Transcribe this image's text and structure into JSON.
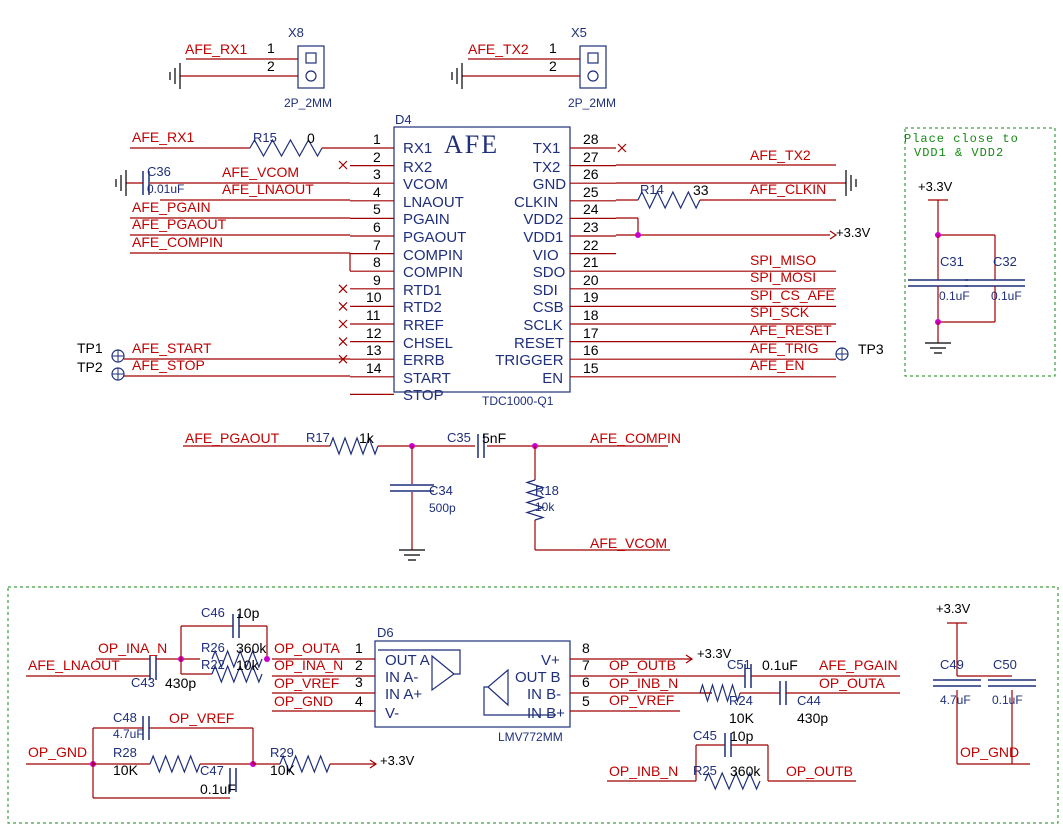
{
  "colors": {
    "wire": "#a00000",
    "body": "#1f2f7a",
    "junction": "#cc00cc",
    "box": "#148a14",
    "ground": "#000000"
  },
  "connectors": [
    {
      "ref": "X8",
      "footprint": "2P_2MM",
      "net": "AFE_RX1",
      "pins": [
        "1",
        "2"
      ]
    },
    {
      "ref": "X5",
      "footprint": "2P_2MM",
      "net": "AFE_TX2",
      "pins": [
        "1",
        "2"
      ]
    }
  ],
  "afe": {
    "ref": "D4",
    "title": "AFE",
    "part": "TDC1000-Q1",
    "left_pins": [
      {
        "num": "1",
        "name": "RX1"
      },
      {
        "num": "2",
        "name": "RX2"
      },
      {
        "num": "3",
        "name": "VCOM"
      },
      {
        "num": "4",
        "name": "LNAOUT"
      },
      {
        "num": "5",
        "name": "PGAIN"
      },
      {
        "num": "6",
        "name": "PGAOUT"
      },
      {
        "num": "7",
        "name": "COMPIN"
      },
      {
        "num": "8",
        "name": "COMPIN"
      },
      {
        "num": "9",
        "name": "RTD1"
      },
      {
        "num": "10",
        "name": "RTD2"
      },
      {
        "num": "11",
        "name": "RREF"
      },
      {
        "num": "12",
        "name": "CHSEL"
      },
      {
        "num": "13",
        "name": "ERRB"
      },
      {
        "num": "14",
        "name": "START"
      }
    ],
    "left_last_pin": {
      "name": "STOP"
    },
    "right_pins": [
      {
        "num": "28",
        "name": "TX1"
      },
      {
        "num": "27",
        "name": "TX2"
      },
      {
        "num": "26",
        "name": "GND"
      },
      {
        "num": "25",
        "name": "CLKIN"
      },
      {
        "num": "24",
        "name": "VDD2"
      },
      {
        "num": "23",
        "name": "VDD1"
      },
      {
        "num": "22",
        "name": "VIO"
      },
      {
        "num": "21",
        "name": "SDO"
      },
      {
        "num": "20",
        "name": "SDI"
      },
      {
        "num": "19",
        "name": "CSB"
      },
      {
        "num": "18",
        "name": "SCLK"
      },
      {
        "num": "17",
        "name": "RESET"
      },
      {
        "num": "16",
        "name": "TRIGGER"
      },
      {
        "num": "15",
        "name": "EN"
      }
    ],
    "left_nets": [
      "AFE_RX1",
      "AFE_VCOM",
      "AFE_LNAOUT",
      "AFE_PGAIN",
      "AFE_PGAOUT",
      "AFE_COMPIN",
      "AFE_START",
      "AFE_STOP"
    ],
    "right_nets": [
      "AFE_TX2",
      "AFE_CLKIN",
      "SPI_MISO",
      "SPI_MOSI",
      "SPI_CS_AFE",
      "SPI_SCK",
      "AFE_RESET",
      "AFE_TRIG",
      "AFE_EN"
    ],
    "r15": {
      "ref": "R15",
      "value": "0"
    },
    "r14": {
      "ref": "R14",
      "value": "33"
    },
    "c36": {
      "ref": "C36",
      "value": "0.01uF"
    },
    "supply": "+3.3V",
    "tp": [
      "TP1",
      "TP2",
      "TP3"
    ]
  },
  "decoupling": {
    "note": [
      "Place close to",
      "VDD1 & VDD2"
    ],
    "supply": "+3.3V",
    "caps": [
      {
        "ref": "C31",
        "value": "0.1uF"
      },
      {
        "ref": "C32",
        "value": "0.1uF"
      }
    ]
  },
  "filter": {
    "in_net": "AFE_PGAOUT",
    "out_net": "AFE_COMPIN",
    "vcom_net": "AFE_VCOM",
    "r17": {
      "ref": "R17",
      "value": "1k"
    },
    "c35": {
      "ref": "C35",
      "value": "5nF"
    },
    "c34": {
      "ref": "C34",
      "value": "500p"
    },
    "r18": {
      "ref": "R18",
      "value": "10k"
    }
  },
  "opamp": {
    "ref": "D6",
    "part": "LMV772MM",
    "left_pins": [
      {
        "num": "1",
        "name": "OUT A",
        "net": "OP_OUTA"
      },
      {
        "num": "2",
        "name": "IN A-",
        "net": "OP_INA_N"
      },
      {
        "num": "3",
        "name": "IN A+",
        "net": "OP_VREF"
      },
      {
        "num": "4",
        "name": "V-",
        "net": "OP_GND"
      }
    ],
    "right_pins": [
      {
        "num": "8",
        "name": "V+",
        "net": "+3.3V"
      },
      {
        "num": "7",
        "name": "OUT B",
        "net": "OP_OUTB"
      },
      {
        "num": "6",
        "name": "IN B-",
        "net": "OP_INB_N"
      },
      {
        "num": "5",
        "name": "IN B+",
        "net": "OP_VREF"
      }
    ],
    "parts": {
      "c46": {
        "ref": "C46",
        "value": "10p"
      },
      "r26": {
        "ref": "R26",
        "value": "360k"
      },
      "r22": {
        "ref": "R22",
        "value": "10k"
      },
      "c43": {
        "ref": "C43",
        "value": "430p"
      },
      "c48": {
        "ref": "C48",
        "value": "4.7uF"
      },
      "r28": {
        "ref": "R28",
        "value": "10K"
      },
      "c47": {
        "ref": "C47",
        "value": "0.1uF"
      },
      "r29": {
        "ref": "R29",
        "value": "10K"
      },
      "c51": {
        "ref": "C51",
        "value": "0.1uF"
      },
      "r24": {
        "ref": "R24",
        "value": "10K"
      },
      "c44": {
        "ref": "C44",
        "value": "430p"
      },
      "c45": {
        "ref": "C45",
        "value": "10p"
      },
      "r25": {
        "ref": "R25",
        "value": "360k"
      },
      "c49": {
        "ref": "C49",
        "value": "4.7uF"
      },
      "c50": {
        "ref": "C50",
        "value": "0.1uF"
      }
    },
    "nets": {
      "ina_n": "OP_INA_N",
      "lnaout": "AFE_LNAOUT",
      "outa": "OP_OUTA",
      "ina_n2": "OP_INA_N",
      "vref": "OP_VREF",
      "gnd": "OP_GND",
      "vref2": "OP_VREF",
      "gnd2": "OP_GND",
      "supply": "+3.3V",
      "outb": "OP_OUTB",
      "inb_n": "OP_INB_N",
      "vref3": "OP_VREF",
      "pgain": "AFE_PGAIN",
      "outa2": "OP_OUTA",
      "inb_n2": "OP_INB_N",
      "outb2": "OP_OUTB",
      "supply2": "+3.3V",
      "gnd3": "OP_GND",
      "supply3": "+3.3V"
    }
  }
}
